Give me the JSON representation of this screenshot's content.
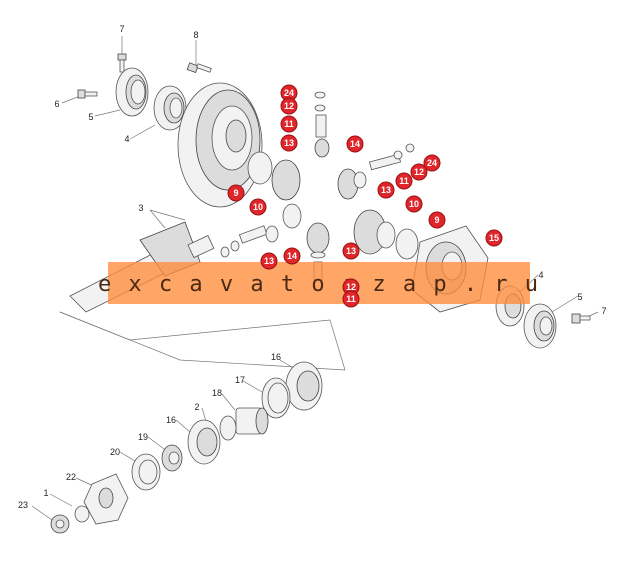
{
  "watermark": "e x c a v a t o r z a p . r u",
  "colors": {
    "badge": "#e0262b",
    "band": "#ff8c3a"
  },
  "badges": [
    "24",
    "12",
    "11",
    "13",
    "14",
    "24",
    "12",
    "11",
    "13",
    "9",
    "10",
    "10",
    "9",
    "15",
    "13",
    "14",
    "13",
    "12",
    "11"
  ],
  "labels": [
    "7",
    "8",
    "6",
    "5",
    "4",
    "3",
    "4",
    "5",
    "7",
    "16",
    "17",
    "18",
    "2",
    "16",
    "19",
    "20",
    "22",
    "1",
    "23"
  ]
}
